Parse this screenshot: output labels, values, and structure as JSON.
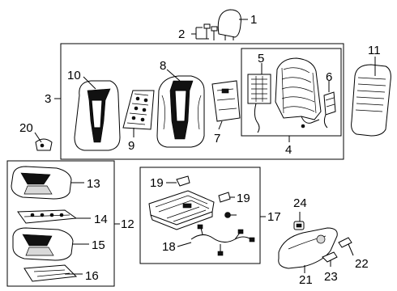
{
  "callouts": {
    "c1": "1",
    "c2": "2",
    "c3": "3",
    "c4": "4",
    "c5": "5",
    "c6": "6",
    "c7": "7",
    "c8": "8",
    "c9": "9",
    "c10": "10",
    "c11": "11",
    "c12": "12",
    "c13": "13",
    "c14": "14",
    "c15": "15",
    "c16": "16",
    "c17": "17",
    "c18": "18",
    "c19a": "19",
    "c19b": "19",
    "c20": "20",
    "c21": "21",
    "c22": "22",
    "c23": "23",
    "c24": "24"
  }
}
